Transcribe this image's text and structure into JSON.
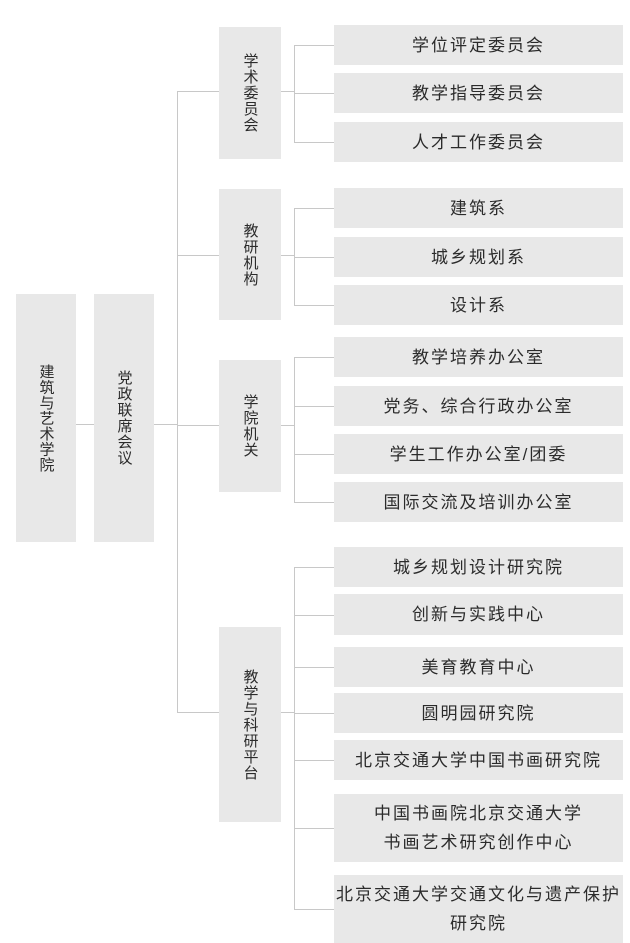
{
  "palette": {
    "background": "#ffffff",
    "box_fill": "#e8e8e8",
    "line": "#c8c8c8",
    "text": "#2b2b2b"
  },
  "root": {
    "label": "建筑与艺术学院"
  },
  "secondary": {
    "label": "党政联席会议"
  },
  "groups": [
    {
      "label": "学术委员会",
      "children": [
        {
          "lines": [
            "学位评定委员会"
          ]
        },
        {
          "lines": [
            "教学指导委员会"
          ]
        },
        {
          "lines": [
            "人才工作委员会"
          ]
        }
      ]
    },
    {
      "label": "教研机构",
      "children": [
        {
          "lines": [
            "建筑系"
          ]
        },
        {
          "lines": [
            "城乡规划系"
          ]
        },
        {
          "lines": [
            "设计系"
          ]
        }
      ]
    },
    {
      "label": "学院机关",
      "children": [
        {
          "lines": [
            "教学培养办公室"
          ]
        },
        {
          "lines": [
            "党务、综合行政办公室"
          ]
        },
        {
          "lines": [
            "学生工作办公室/团委"
          ]
        },
        {
          "lines": [
            "国际交流及培训办公室"
          ]
        }
      ]
    },
    {
      "label": "教学与科研平台",
      "children": [
        {
          "lines": [
            "城乡规划设计研究院"
          ]
        },
        {
          "lines": [
            "创新与实践中心"
          ]
        },
        {
          "lines": [
            "美育教育中心"
          ]
        },
        {
          "lines": [
            "圆明园研究院"
          ]
        },
        {
          "lines": [
            "北京交通大学中国书画研究院"
          ]
        },
        {
          "lines": [
            "中国书画院北京交通大学",
            "书画艺术研究创作中心"
          ]
        },
        {
          "lines": [
            "北京交通大学交通文化与遗产保护",
            "研究院"
          ]
        }
      ]
    }
  ]
}
